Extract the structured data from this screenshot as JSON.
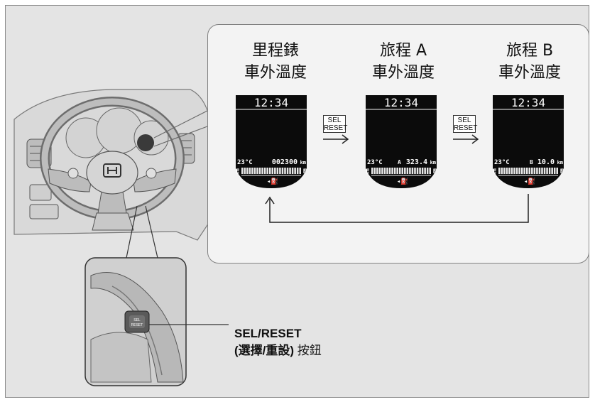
{
  "steps": [
    {
      "line1": "里程錶",
      "line2": "車外溫度",
      "time": "12:34",
      "temp": "23°C",
      "trip_letter": "",
      "reading": "002300",
      "unit": "km"
    },
    {
      "line1": "旅程 A",
      "line2": "車外溫度",
      "time": "12:34",
      "temp": "23°C",
      "trip_letter": "A",
      "reading": "323.4",
      "unit": "km"
    },
    {
      "line1": "旅程 B",
      "line2": "車外溫度",
      "time": "12:34",
      "temp": "23°C",
      "trip_letter": "B",
      "reading": "10.0",
      "unit": "km"
    }
  ],
  "fuel": {
    "empty": "E",
    "full": "F"
  },
  "sel_button": {
    "line1": "SEL",
    "line2": "RESET"
  },
  "callout": {
    "title": "SEL/RESET",
    "sub_paren": "(選擇/重設)",
    "sub_rest": " 按鈕"
  },
  "colors": {
    "background": "#e4e4e4",
    "panel": "#f3f3f3",
    "display": "#0b0b0b",
    "accent": "#c5c5c5"
  }
}
